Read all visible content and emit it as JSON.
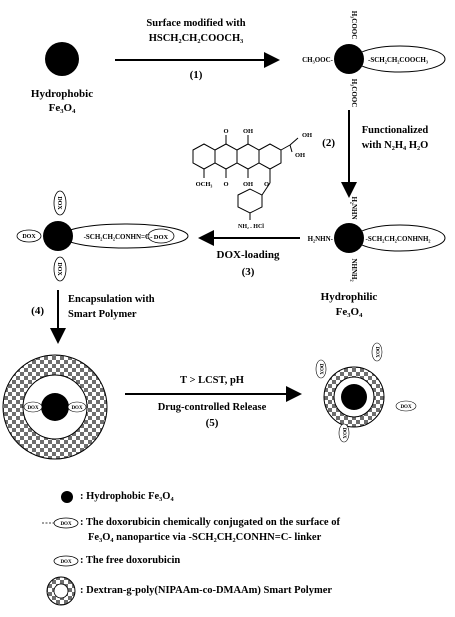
{
  "steps": {
    "step1": {
      "line1": "Surface modified with",
      "line2": "HSCH₂CH₂COOCH₃",
      "number": "(1)"
    },
    "step2": {
      "line1": "Functionalized",
      "line2": "with N₂H₄ H₂O",
      "number": "(2)"
    },
    "step3": {
      "label": "DOX-loading",
      "number": "(3)"
    },
    "step4": {
      "line1": "Encapsulation with",
      "line2": "Smart Polymer",
      "number": "(4)"
    },
    "step5": {
      "line1": "T > LCST, pH",
      "line2": "Drug-controlled Release",
      "number": "(5)"
    }
  },
  "labels": {
    "hydrophobic": {
      "line1": "Hydrophobic",
      "line2": "Fe₃O₄"
    },
    "hydrophilic": {
      "line1": "Hydrophilic",
      "line2": "Fe₃O₄"
    }
  },
  "particles": {
    "ester": {
      "top": "H₃COOC",
      "left": "CH₃OOC-",
      "bottom": "H₃COOC",
      "right": "-SCH₂CH₂COOCH₃"
    },
    "hydrazide": {
      "top": "H₂NHN",
      "left": "H₂NHN-",
      "bottom": "NHNH₂",
      "right": "-SCH₂CH₂CONHNH₂"
    },
    "dox_loaded": {
      "top": "DOX",
      "left": "DOX",
      "bottom": "DOX",
      "right": "-SCH₂CH₂CONHN=C-",
      "right_dox": "DOX"
    },
    "encapsulated": {
      "dox_left": "DOX",
      "dox_right": "DOX"
    },
    "released": {
      "free_dox": [
        "DOX",
        "DOX",
        "DOX",
        "DOX"
      ]
    }
  },
  "molecule": {
    "oh1": "OH",
    "oh2": "OH",
    "oh3": "OH",
    "oh4": "OH",
    "o1": "O",
    "o2": "O",
    "o3": "O",
    "och3": "OCH₃",
    "nh2": "NH₂ . HCl"
  },
  "legend": {
    "item1": ": Hydrophobic Fe₃O₄",
    "item2_line1": ": The doxorubicin chemically conjugated on the surface of",
    "item2_line2": "Fe₃O₄ nanopartice via -SCH₂CH₂CONHN=C- linker",
    "item2_icon": "DOX",
    "item3": ": The free doxorubicin",
    "item3_icon": "DOX",
    "item4": ": Dextran-g-poly(NIPAAm-co-DMAAm) Smart Polymer"
  }
}
